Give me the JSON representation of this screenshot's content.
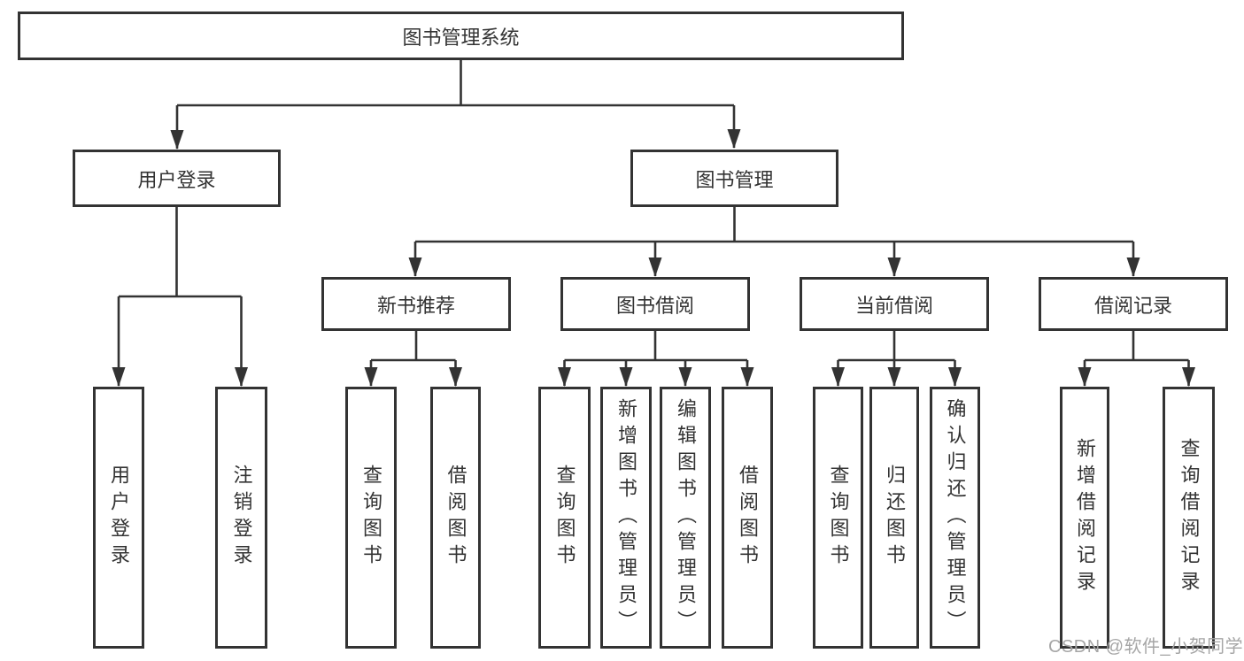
{
  "tree": {
    "root": {
      "label": "图书管理系统",
      "children": [
        {
          "label": "用户登录",
          "children": [
            {
              "label": "用户登录"
            },
            {
              "label": "注销登录"
            }
          ]
        },
        {
          "label": "图书管理",
          "children": [
            {
              "label": "新书推荐",
              "children": [
                {
                  "label": "查询图书"
                },
                {
                  "label": "借阅图书"
                }
              ]
            },
            {
              "label": "图书借阅",
              "children": [
                {
                  "label": "查询图书"
                },
                {
                  "label": "新增图书（管理员）"
                },
                {
                  "label": "编辑图书（管理员）"
                },
                {
                  "label": "借阅图书"
                }
              ]
            },
            {
              "label": "当前借阅",
              "children": [
                {
                  "label": "查询图书"
                },
                {
                  "label": "归还图书"
                },
                {
                  "label": "确认归还（管理员）"
                }
              ]
            },
            {
              "label": "借阅记录",
              "children": [
                {
                  "label": "新增借阅记录"
                },
                {
                  "label": "查询借阅记录"
                }
              ]
            }
          ]
        }
      ]
    }
  },
  "watermark": {
    "text": "CSDN @软件_小贺同学"
  },
  "colors": {
    "line": "#333333",
    "box_border": "#333333",
    "text": "#333333",
    "watermark": "#a6a6a6",
    "background": "#ffffff"
  }
}
